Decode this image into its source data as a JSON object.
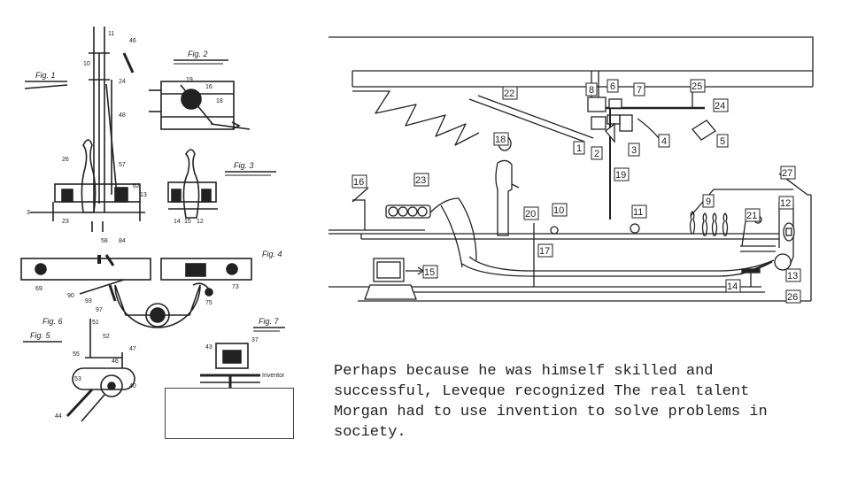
{
  "slide": {
    "caption": "Perhaps because he was himself skilled and successful, Leveque recognized The real talent Morgan had to use invention to solve problems in society."
  },
  "patent_drawing": {
    "figure_labels": [
      "Fig. 1",
      "Fig. 2",
      "Fig. 3",
      "Fig. 4",
      "Fig. 5",
      "Fig. 6",
      "Fig. 7"
    ],
    "ref_numbers": [
      "11",
      "46",
      "10",
      "48",
      "24",
      "26",
      "57",
      "62",
      "13",
      "19",
      "16",
      "18",
      "12",
      "14",
      "15",
      "23",
      "3",
      "69",
      "58",
      "84",
      "90",
      "93",
      "97",
      "75",
      "73",
      "51",
      "52",
      "55",
      "46",
      "47",
      "53",
      "40",
      "43",
      "44",
      "37",
      "Inventor"
    ]
  },
  "lane_diagram": {
    "callouts": [
      "1",
      "2",
      "3",
      "4",
      "5",
      "6",
      "7",
      "8",
      "9",
      "10",
      "11",
      "12",
      "13",
      "14",
      "15",
      "16",
      "17",
      "18",
      "19",
      "20",
      "21",
      "22",
      "23",
      "24",
      "25",
      "26",
      "27"
    ]
  },
  "colors": {
    "ink": "#222222",
    "background": "#ffffff"
  }
}
